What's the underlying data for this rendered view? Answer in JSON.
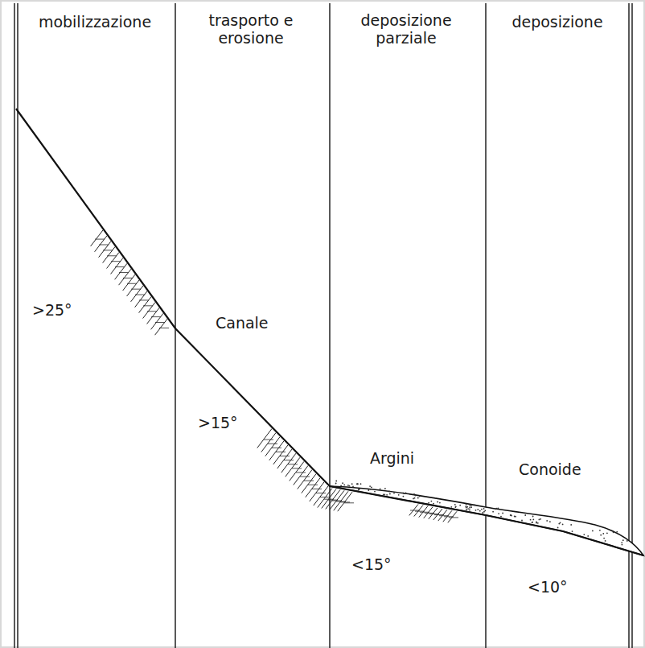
{
  "diagram": {
    "labels": [
      "mobilizzazione",
      "trasporto e erosione",
      "deposizione parziale",
      "deposizione",
      ">25°",
      "Canale",
      ">15°",
      "Argini",
      "Conoide",
      "<15°",
      "<10°"
    ]
  }
}
